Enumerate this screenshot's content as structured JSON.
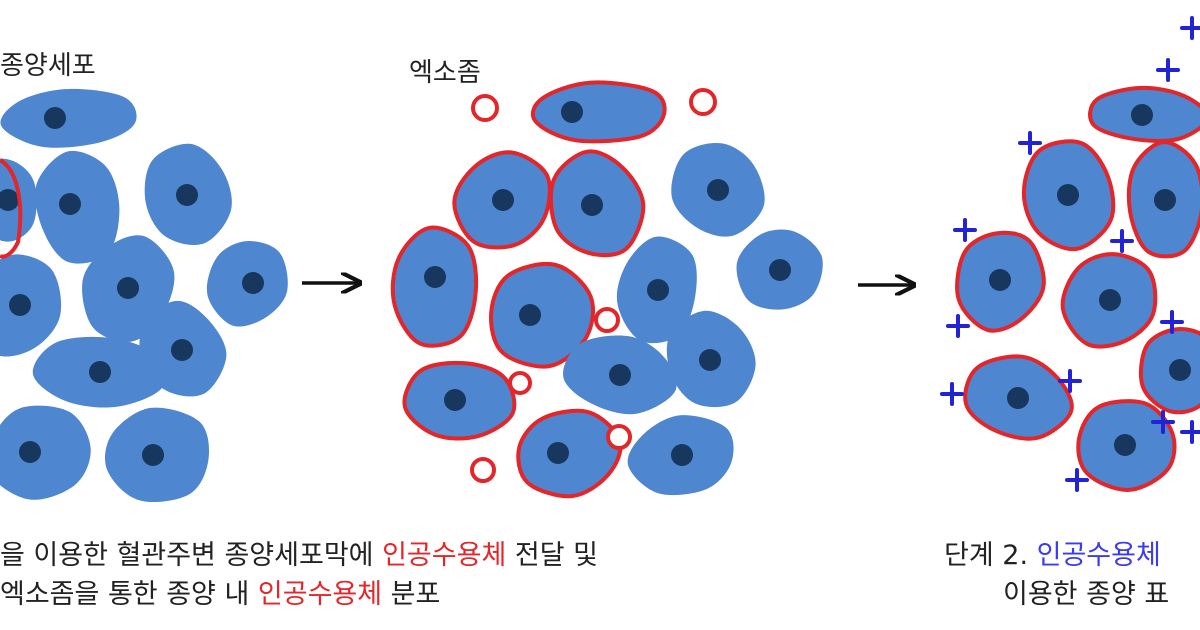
{
  "labels": {
    "tumor_cell": "종양세포",
    "exosome": "엑소좀"
  },
  "captions": {
    "panel1_line1": [
      {
        "text": "을 이용한 혈관주변 종양세포막에 ",
        "style": "normal"
      },
      {
        "text": "인공수용체",
        "style": "red"
      },
      {
        "text": " 전달 및",
        "style": "normal"
      }
    ],
    "panel1_line2": [
      {
        "text": "엑소좀을 통한 종양 내 ",
        "style": "normal"
      },
      {
        "text": "인공수용체",
        "style": "red"
      },
      {
        "text": " 분포",
        "style": "normal"
      }
    ],
    "panel2_line1": [
      {
        "text": "단계 2. ",
        "style": "normal"
      },
      {
        "text": "인공수용체",
        "style": "blue"
      }
    ],
    "panel2_line2": [
      {
        "text": "이용한 종양 표",
        "style": "normal"
      }
    ]
  },
  "colors": {
    "cell_fill": "#4f86d0",
    "nucleus": "#17375e",
    "membrane": "#e32629",
    "marker": "#2323d6",
    "arrow": "#111111"
  }
}
